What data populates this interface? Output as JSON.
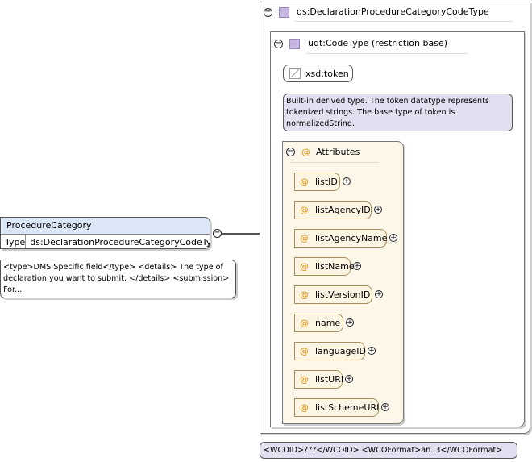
{
  "root_type": {
    "name": "ds:DeclarationProcedureCategoryCodeType"
  },
  "base_type": {
    "name": "udt:CodeType (restriction base)"
  },
  "token": {
    "name": "xsd:token"
  },
  "token_doc": "Built-in derived type. The token datatype represents tokenized strings. The base type of token is normalizedString.",
  "attributes": {
    "title": "Attributes",
    "items": [
      "listID",
      "listAgencyID",
      "listAgencyName",
      "listName",
      "listVersionID",
      "name",
      "languageID",
      "listURI",
      "listSchemeURI"
    ]
  },
  "element": {
    "name": "ProcedureCategory",
    "type_label": "Type",
    "type_value": "ds:DeclarationProcedureCategoryCodeType",
    "doc": "<type>DMS Specific field</type> <details> The type of declaration you want to submit. </details> <submission> For..."
  },
  "root_doc": "<WCOID>???</WCOID> <WCOFormat>an..3</WCOFormat>",
  "colors": {
    "element_header": "#dbe6f7",
    "attr_fill": "#fdf5e3",
    "doc_fill": "#e4dff0",
    "group_fill": "#fdf7ea"
  }
}
